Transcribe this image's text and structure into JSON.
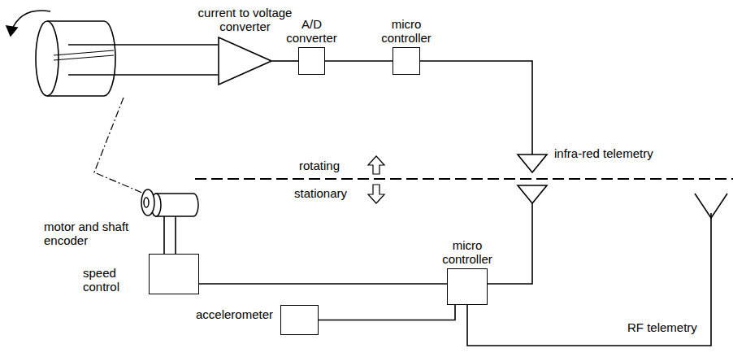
{
  "diagram": {
    "nodes": [
      {
        "text": [
          "current to voltage converter"
        ]
      },
      {
        "text": [
          "A/D converter"
        ]
      },
      {
        "text": [
          "micro controller"
        ]
      },
      {
        "text": [
          "motor and shaft encoder"
        ]
      },
      {
        "text": [
          "speed control"
        ]
      },
      {
        "text": [
          "micro controller"
        ]
      },
      {
        "text": [
          "accelerometer"
        ]
      }
    ],
    "edges": [
      {
        "from": 0,
        "to": 1,
        "arrow": "none"
      },
      {
        "from": 1,
        "to": 2,
        "arrow": "none"
      },
      {
        "from": 3,
        "to": 4,
        "arrow": "none"
      },
      {
        "from": 4,
        "to": 5,
        "arrow": "none"
      },
      {
        "from": 6,
        "to": 5,
        "arrow": "none"
      }
    ],
    "labels": [
      "infra-red telemetry",
      "rotating",
      "stationary",
      "RF telemetry"
    ]
  }
}
